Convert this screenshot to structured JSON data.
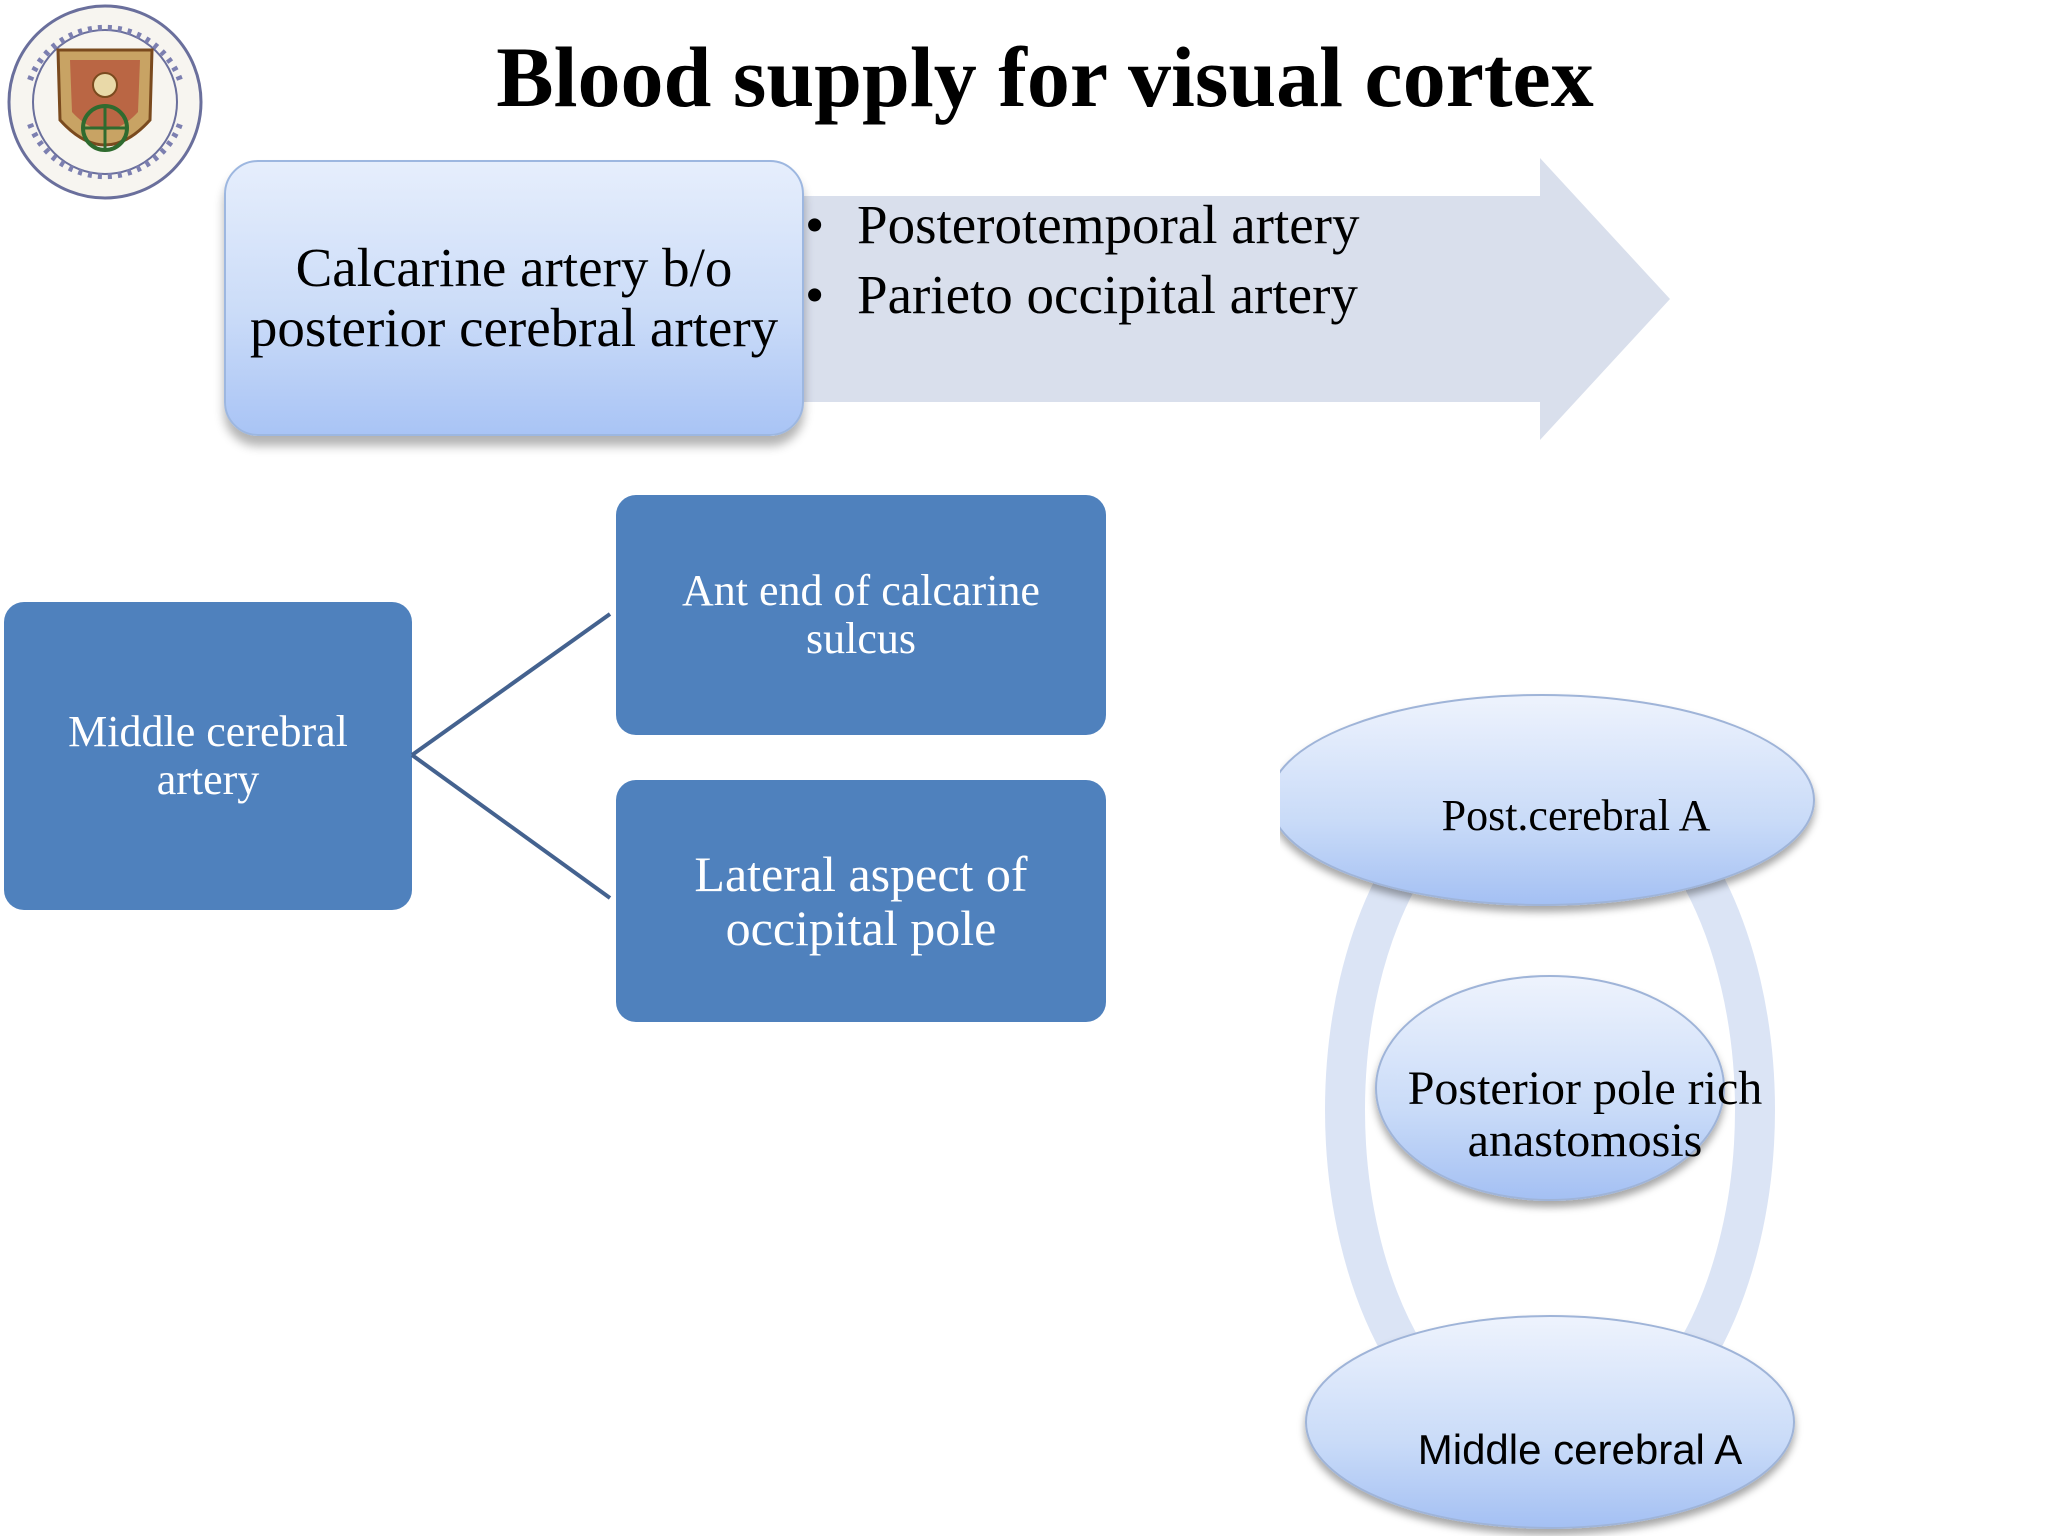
{
  "title": "Blood supply for visual cortex",
  "top_flow": {
    "source_box": "Calcarine artery b/o posterior cerebral artery",
    "bullets": [
      "Posterotemporal artery",
      "Parieto occipital artery"
    ]
  },
  "mca_tree": {
    "root": "Middle cerebral artery",
    "branches": [
      "Ant end of calcarine sulcus",
      "Lateral aspect of occipital pole"
    ]
  },
  "anastomosis": {
    "top": "Post.cerebral A",
    "center": "Posterior pole rich anastomosis",
    "bottom": "Middle cerebral A"
  },
  "colors": {
    "primary_box": "#4f81bd",
    "light_box": "#cbdcf8",
    "arrow": "#d9dfec",
    "ring": "#dbe4f5"
  },
  "icons": {
    "logo": "institute-seal-icon"
  }
}
